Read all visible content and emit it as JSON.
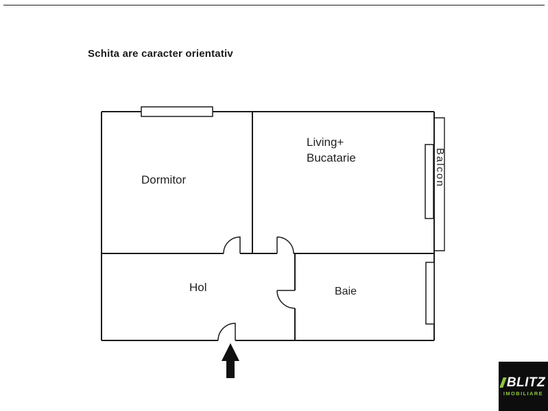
{
  "disclaimer": "Schita are caracter orientativ",
  "rooms": {
    "dormitor": "Dormitor",
    "living_line1": "Living+",
    "living_line2": "Bucatarie",
    "hol": "Hol",
    "baie": "Baie",
    "balcon": "Balcon"
  },
  "logo": {
    "brand": "BLITZ",
    "subtitle": "IMOBILIARE"
  },
  "colors": {
    "wall": "#1a1a1a",
    "background": "#ffffff",
    "logo_background": "#0d0d0d",
    "logo_accent": "#8dc63f"
  }
}
